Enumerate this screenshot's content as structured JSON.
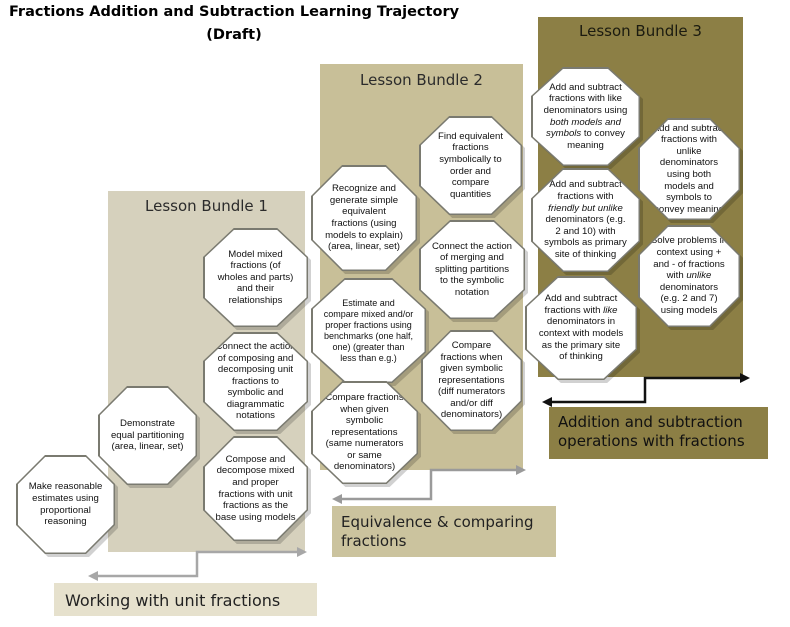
{
  "title": {
    "line1": "Fractions Addition and Subtraction Learning Trajectory",
    "line2": "(Draft)"
  },
  "bundles": {
    "b1": {
      "label": "Lesson Bundle 1",
      "color": "#d6d1bd"
    },
    "b2": {
      "label": "Lesson Bundle 2",
      "color": "#c8bf98"
    },
    "b3": {
      "label": "Lesson Bundle 3",
      "color": "#8c7f45"
    }
  },
  "strands": {
    "unit": {
      "label": "Working with unit fractions",
      "color": "#e6e1cd"
    },
    "equiv": {
      "label": "Equivalence & comparing fractions",
      "color": "#cbc39e"
    },
    "ops": {
      "label": "Addition and subtraction operations with fractions",
      "color": "#8c7f45"
    }
  },
  "nodes": {
    "n1": "Make reasonable estimates using proportional reasoning",
    "n2": "Demonstrate equal partitioning (area, linear, set)",
    "n3": "Model mixed fractions (of wholes and parts) and their relationships",
    "n4": "Connect the action of composing and decomposing unit fractions to symbolic and diagrammatic notations",
    "n5": "Compose and decompose mixed and proper fractions with unit fractions as the base using models",
    "n6": "Recognize and generate simple equivalent fractions (using models to explain) (area, linear, set)",
    "n7": "Estimate and compare mixed and/or proper fractions using benchmarks (one half, one) (greater than less than e.g.)",
    "n8": "Compare fractions when given symbolic representations (same numerators or same denominators)",
    "n9": "Find equivalent fractions symbolically to order and compare quantities",
    "n10": "Connect the action of merging and splitting partitions to the symbolic notation",
    "n11": "Compare fractions when given symbolic representations (diff numerators and/or diff denominators)",
    "n12": {
      "before": "Add and subtract fractions with like denominators using ",
      "em": "both models and symbols",
      "after": " to convey meaning"
    },
    "n13": {
      "before": "Add and subtract fractions with ",
      "em": "friendly but unlike",
      "after": " denominators (e.g. 2 and 10) with symbols as primary site of thinking"
    },
    "n14": {
      "before": "Add and subtract fractions with ",
      "em": "like",
      "after": " denominators in context with models as the primary site of thinking"
    },
    "n15": "Add and subtract fractions with unlike denominators using both models and symbols to convey meaning",
    "n16": {
      "before": "Solve problems in context using + and - of fractions with ",
      "em": "unlike",
      "after": " denominators (e.g. 2 and 7) using models"
    }
  }
}
